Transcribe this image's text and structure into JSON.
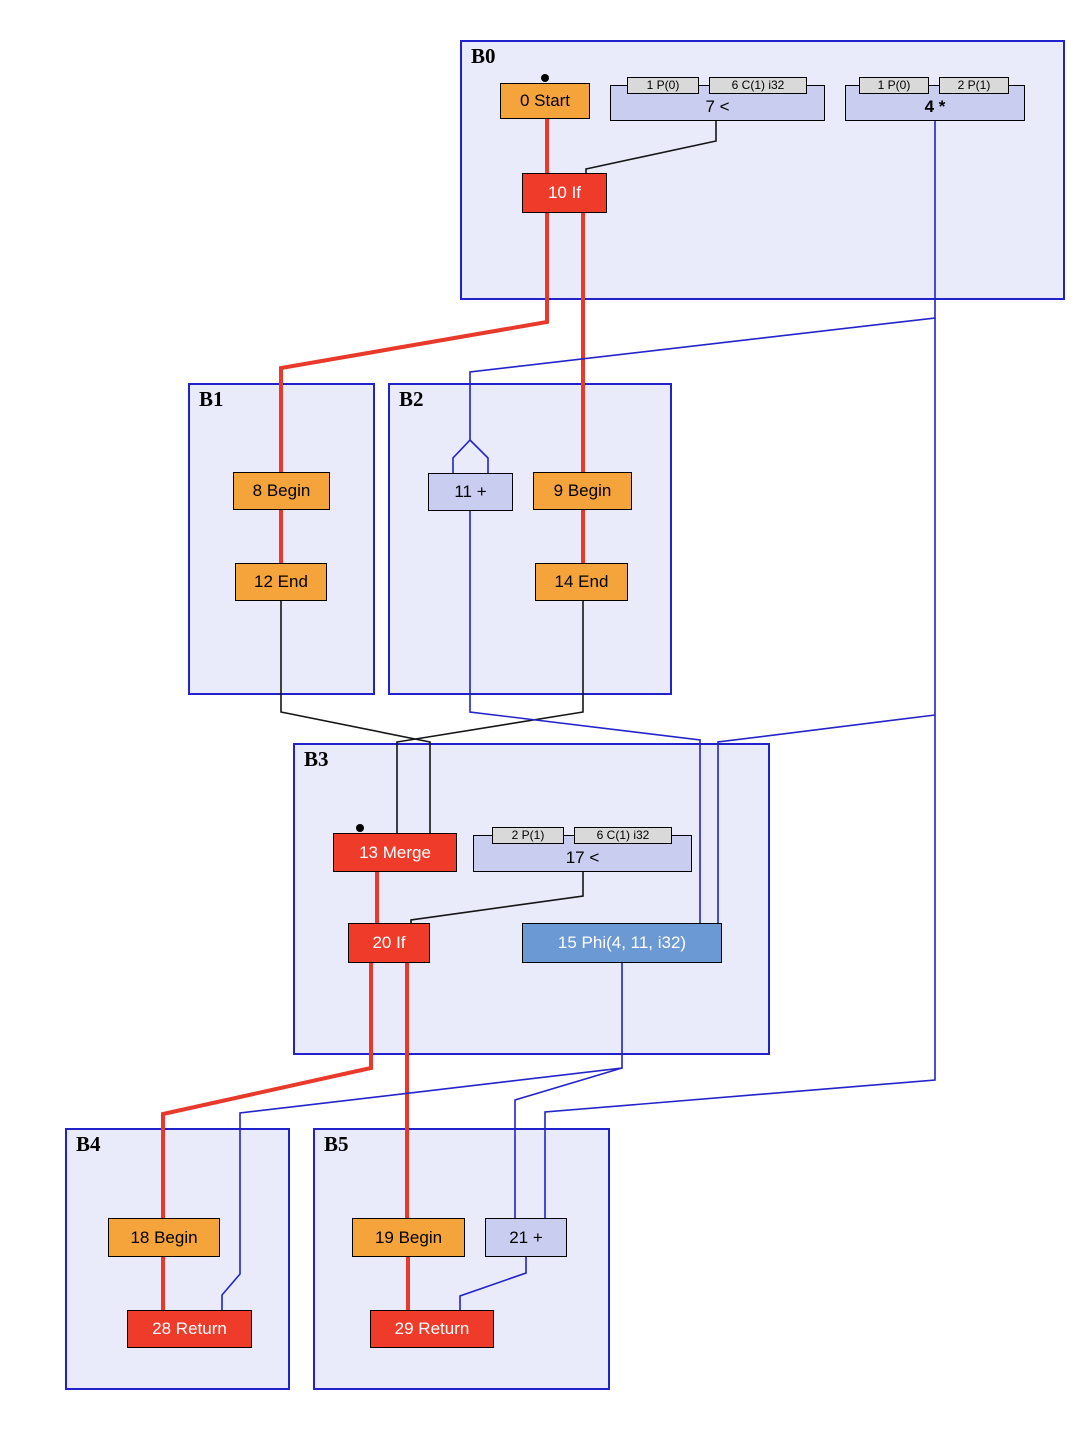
{
  "diagram": {
    "blocks": [
      {
        "id": "B0",
        "label": "B0"
      },
      {
        "id": "B1",
        "label": "B1"
      },
      {
        "id": "B2",
        "label": "B2"
      },
      {
        "id": "B3",
        "label": "B3"
      },
      {
        "id": "B4",
        "label": "B4"
      },
      {
        "id": "B5",
        "label": "B5"
      }
    ],
    "nodes": {
      "start0": {
        "label": "0 Start",
        "block": "B0",
        "kind": "control"
      },
      "lt7": {
        "label": "7 <",
        "block": "B0",
        "kind": "data",
        "ports": [
          "1 P(0)",
          "6 C(1) i32"
        ]
      },
      "mul4": {
        "label": "4 *",
        "block": "B0",
        "kind": "data",
        "ports": [
          "1 P(0)",
          "2 P(1)"
        ]
      },
      "if10": {
        "label": "10 If",
        "block": "B0",
        "kind": "branch"
      },
      "begin8": {
        "label": "8 Begin",
        "block": "B1",
        "kind": "control"
      },
      "end12": {
        "label": "12 End",
        "block": "B1",
        "kind": "control"
      },
      "add11": {
        "label": "11 +",
        "block": "B2",
        "kind": "data"
      },
      "begin9": {
        "label": "9 Begin",
        "block": "B2",
        "kind": "control"
      },
      "end14": {
        "label": "14 End",
        "block": "B2",
        "kind": "control"
      },
      "merge13": {
        "label": "13 Merge",
        "block": "B3",
        "kind": "branch"
      },
      "lt17": {
        "label": "17 <",
        "block": "B3",
        "kind": "data",
        "ports": [
          "2 P(1)",
          "6 C(1) i32"
        ]
      },
      "if20": {
        "label": "20 If",
        "block": "B3",
        "kind": "branch"
      },
      "phi15": {
        "label": "15 Phi(4, 11, i32)",
        "block": "B3",
        "kind": "phi"
      },
      "begin18": {
        "label": "18 Begin",
        "block": "B4",
        "kind": "control"
      },
      "return28": {
        "label": "28 Return",
        "block": "B4",
        "kind": "branch"
      },
      "begin19": {
        "label": "19 Begin",
        "block": "B5",
        "kind": "control"
      },
      "add21": {
        "label": "21 +",
        "block": "B5",
        "kind": "data"
      },
      "return29": {
        "label": "29 Return",
        "block": "B5",
        "kind": "branch"
      }
    },
    "edges": [
      {
        "from": "0 Start",
        "to": "10 If",
        "color": "red"
      },
      {
        "from": "10 If",
        "to": "8 Begin",
        "color": "red"
      },
      {
        "from": "10 If",
        "to": "9 Begin",
        "color": "red"
      },
      {
        "from": "8 Begin",
        "to": "12 End",
        "color": "red"
      },
      {
        "from": "9 Begin",
        "to": "14 End",
        "color": "red"
      },
      {
        "from": "13 Merge",
        "to": "20 If",
        "color": "red"
      },
      {
        "from": "20 If",
        "to": "18 Begin",
        "color": "red"
      },
      {
        "from": "20 If",
        "to": "19 Begin",
        "color": "red"
      },
      {
        "from": "18 Begin",
        "to": "28 Return",
        "color": "red"
      },
      {
        "from": "19 Begin",
        "to": "29 Return",
        "color": "red"
      },
      {
        "from": "7 <",
        "to": "10 If",
        "color": "black"
      },
      {
        "from": "12 End",
        "to": "13 Merge",
        "color": "black"
      },
      {
        "from": "14 End",
        "to": "13 Merge",
        "color": "black"
      },
      {
        "from": "17 <",
        "to": "20 If",
        "color": "black"
      },
      {
        "from": "4 *",
        "to": "11 +",
        "color": "blue"
      },
      {
        "from": "4 *",
        "to": "15 Phi(4, 11, i32)",
        "color": "blue"
      },
      {
        "from": "11 +",
        "to": "15 Phi(4, 11, i32)",
        "color": "blue"
      },
      {
        "from": "4 *",
        "to": "21 +",
        "color": "blue"
      },
      {
        "from": "15 Phi(4, 11, i32)",
        "to": "21 +",
        "color": "blue"
      },
      {
        "from": "15 Phi(4, 11, i32)",
        "to": "28 Return",
        "color": "blue"
      },
      {
        "from": "21 +",
        "to": "29 Return",
        "color": "blue"
      }
    ],
    "colors": {
      "block_fill": "#e9ebfa",
      "block_border": "#2222cc",
      "control_node": "#f5a43b",
      "branch_node": "#ee3b2a",
      "data_node": "#c9cdf0",
      "phi_node": "#6a99d4",
      "port_fill": "#d9d9d9",
      "edge_red": "#e8392b",
      "edge_blue": "#2323cc",
      "edge_black": "#151515"
    }
  }
}
